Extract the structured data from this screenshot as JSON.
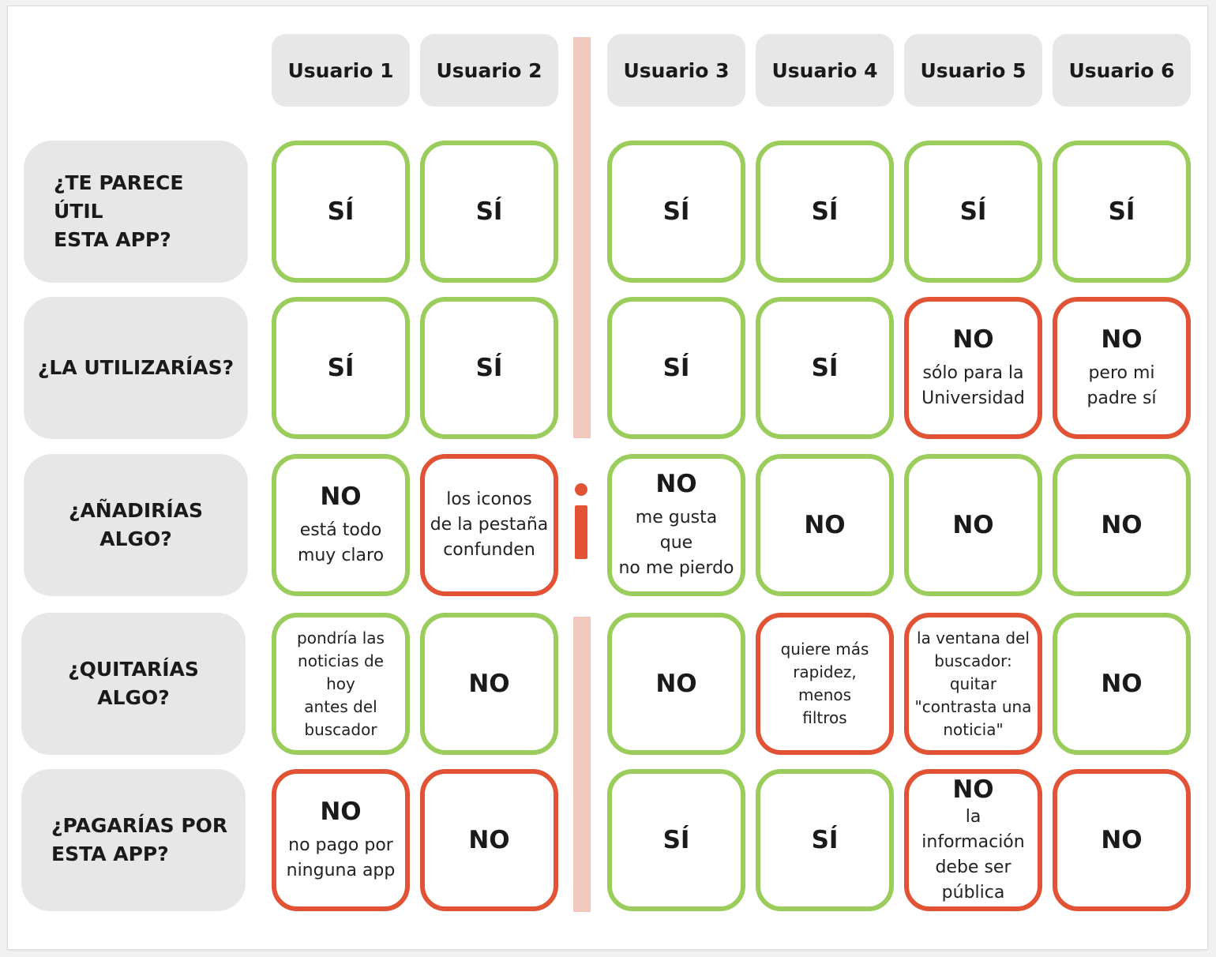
{
  "headers": [
    "Usuario 1",
    "Usuario 2",
    "Usuario 3",
    "Usuario 4",
    "Usuario 5",
    "Usuario 6"
  ],
  "questions": [
    {
      "label": "¿TE PARECE ÚTIL\nESTA APP?",
      "cells": [
        {
          "main": "SÍ",
          "status": "positive"
        },
        {
          "main": "SÍ",
          "status": "positive"
        },
        {
          "main": "SÍ",
          "status": "positive"
        },
        {
          "main": "SÍ",
          "status": "positive"
        },
        {
          "main": "SÍ",
          "status": "positive"
        },
        {
          "main": "SÍ",
          "status": "positive"
        }
      ]
    },
    {
      "label": "¿LA UTILIZARÍAS?",
      "cells": [
        {
          "main": "SÍ",
          "status": "positive"
        },
        {
          "main": "SÍ",
          "status": "positive"
        },
        {
          "main": "SÍ",
          "status": "positive"
        },
        {
          "main": "SÍ",
          "status": "positive"
        },
        {
          "main": "NO",
          "note": "sólo para la\nUniversidad",
          "status": "negative"
        },
        {
          "main": "NO",
          "note": "pero mi\npadre sí",
          "status": "negative"
        }
      ]
    },
    {
      "label": "¿AÑADIRÍAS ALGO?",
      "cells": [
        {
          "main": "NO",
          "note": "está todo\nmuy claro",
          "status": "positive"
        },
        {
          "note": "los iconos\nde la pestaña\nconfunden",
          "status": "negative"
        },
        {
          "main": "NO",
          "note": "me gusta que\nno me pierdo",
          "status": "positive"
        },
        {
          "main": "NO",
          "status": "positive"
        },
        {
          "main": "NO",
          "status": "positive"
        },
        {
          "main": "NO",
          "status": "positive"
        }
      ]
    },
    {
      "label": "¿QUITARÍAS ALGO?",
      "cells": [
        {
          "note": "pondría las\nnoticias de hoy\nantes del\nbuscador",
          "status": "positive",
          "small": true
        },
        {
          "main": "NO",
          "status": "positive"
        },
        {
          "main": "NO",
          "status": "positive"
        },
        {
          "note": "quiere más\nrapidez, menos\nfiltros",
          "status": "negative",
          "small": true
        },
        {
          "note": "la ventana del\nbuscador:\nquitar\n\"contrasta una\nnoticia\"",
          "status": "negative",
          "small": true
        },
        {
          "main": "NO",
          "status": "positive"
        }
      ]
    },
    {
      "label": "¿PAGARÍAS POR\nESTA APP?",
      "cells": [
        {
          "main": "NO",
          "note": "no pago por\nninguna app",
          "status": "negative"
        },
        {
          "main": "NO",
          "status": "negative"
        },
        {
          "main": "SÍ",
          "status": "positive"
        },
        {
          "main": "SÍ",
          "status": "positive"
        },
        {
          "main": "NO",
          "note": "la información\ndebe ser\npública",
          "status": "negative",
          "tight": true
        },
        {
          "main": "NO",
          "status": "negative"
        }
      ]
    }
  ],
  "divider_mark": "!",
  "colors": {
    "positive": "#9acd5b",
    "negative": "#e25235",
    "divider": "#f3c9bf",
    "header_bg": "#e7e7e7"
  }
}
